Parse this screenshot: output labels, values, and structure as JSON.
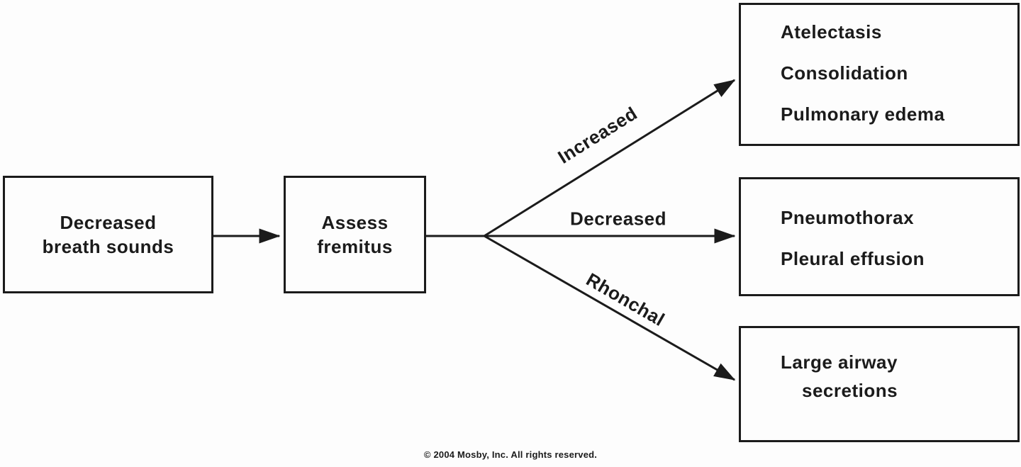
{
  "flow": {
    "start_box": {
      "lines": [
        "Decreased",
        "breath sounds"
      ]
    },
    "assess_box": {
      "lines": [
        "Assess",
        "fremitus"
      ]
    },
    "branch_labels": {
      "increased": "Increased",
      "decreased": "Decreased",
      "rhonchal": "Rhonchal"
    },
    "outcome_boxes": {
      "increased": {
        "lines": [
          "Atelectasis",
          "Consolidation",
          "Pulmonary edema"
        ]
      },
      "decreased": {
        "lines": [
          "Pneumothorax",
          "Pleural effusion"
        ]
      },
      "rhonchal": {
        "lines": [
          "Large airway",
          "secretions"
        ]
      }
    },
    "footer": "© 2004 Mosby, Inc. All rights reserved.",
    "colors": {
      "ink": "#1b1b1b",
      "background": "#fdfdfd"
    }
  }
}
